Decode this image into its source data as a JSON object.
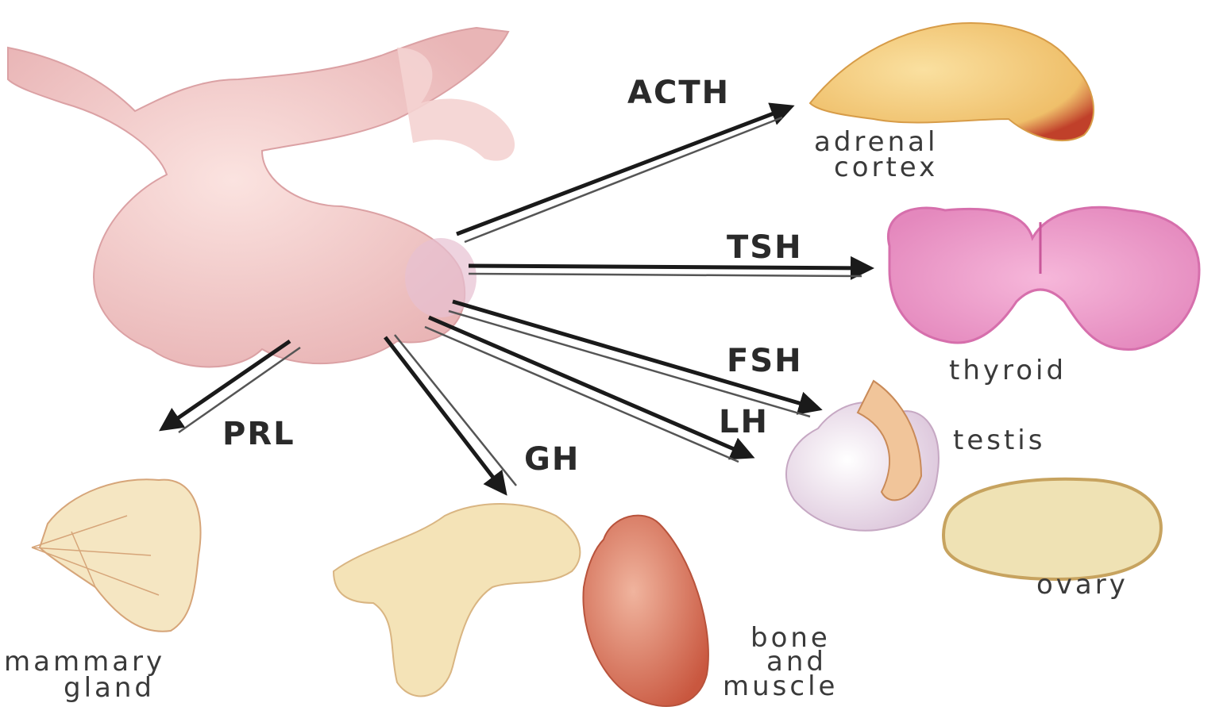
{
  "hormones": {
    "acth": "ACTH",
    "tsh": "TSH",
    "fsh": "FSH",
    "lh": "LH",
    "prl": "PRL",
    "gh": "GH"
  },
  "organs": {
    "adrenal_line1": "adrenal",
    "adrenal_line2": "cortex",
    "thyroid": "thyroid",
    "testis": "testis",
    "ovary": "ovary",
    "mammary_line1": "mammary",
    "mammary_line2": "gland",
    "bone_line1": "bone",
    "bone_line2": "and",
    "bone_line3": "muscle"
  },
  "colors": {
    "pituitary": "#f3c9c7",
    "adrenal": "#f2c878",
    "thyroid": "#ee9ccc",
    "testis": "#e9dde6",
    "ovary": "#efe2b4",
    "muscle": "#d8806a",
    "bone": "#f4e3b7",
    "mammary": "#f5e6c2"
  }
}
